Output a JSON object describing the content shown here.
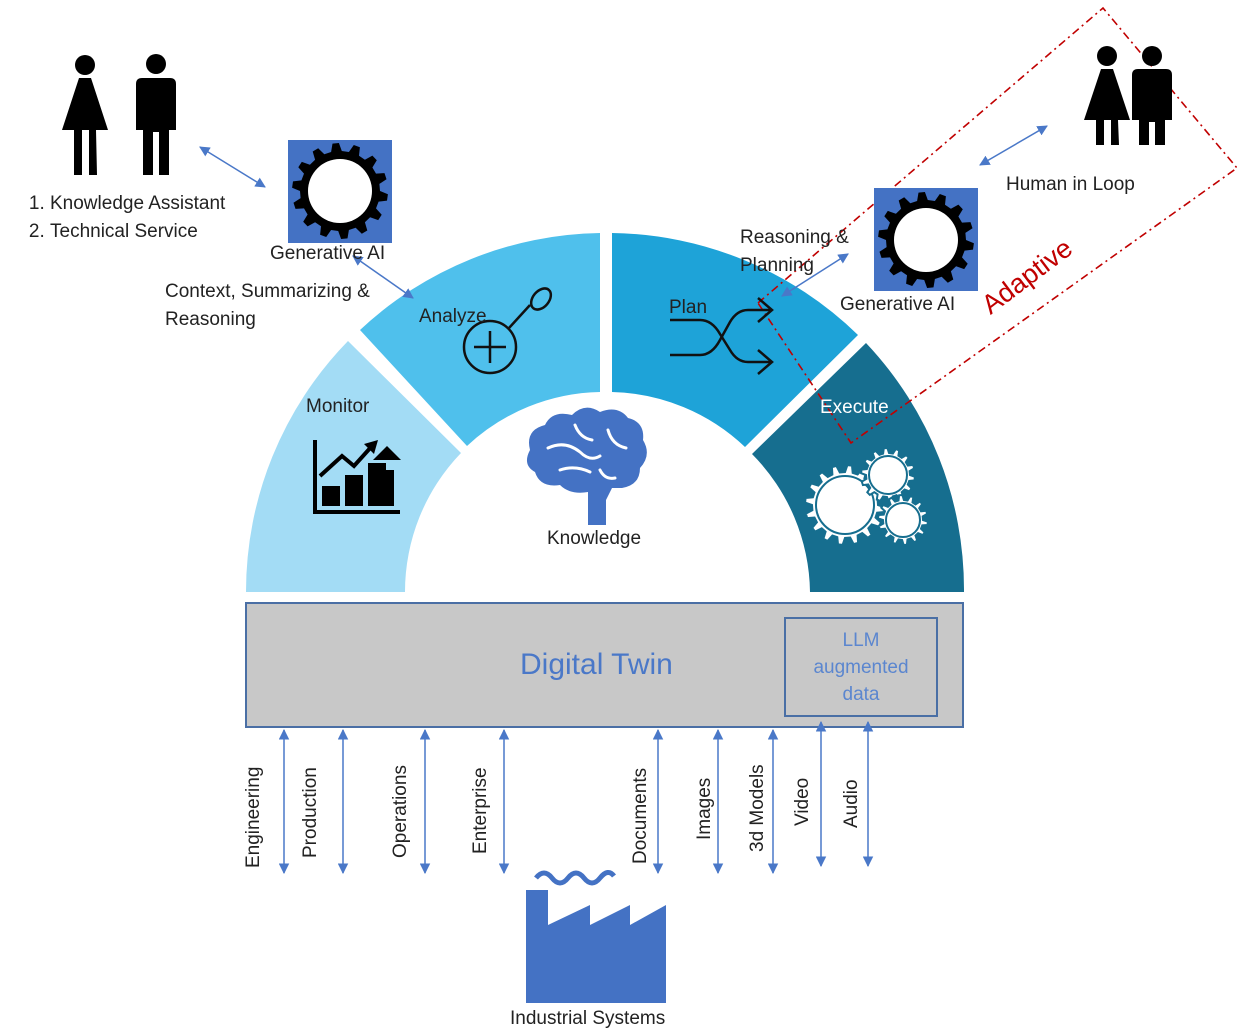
{
  "tasks": [
    "Knowledge Assistant",
    "Technical Service"
  ],
  "left_genai_label": "Generative AI",
  "right_genai_label": "Generative AI",
  "context_label_line1": "Context, Summarizing &",
  "context_label_line2": "Reasoning",
  "reasoning_label_line1": "Reasoning &",
  "reasoning_label_line2": "Planning",
  "human_loop_label": "Human in Loop",
  "adaptive_label": "Adaptive",
  "segments": {
    "monitor": "Monitor",
    "analyze": "Analyze",
    "plan": "Plan",
    "execute": "Execute"
  },
  "knowledge_label": "Knowledge",
  "digital_twin_label": "Digital Twin",
  "llm_label": "LLM augmented data",
  "data_sources": [
    "Engineering",
    "Production",
    "Operations",
    "Enterprise",
    "Documents",
    "Images",
    "3d Models",
    "Video",
    "Audio"
  ],
  "industrial_label": "Industrial Systems",
  "colors": {
    "monitor": "#a3dcf5",
    "analyze": "#4fc0ec",
    "plan": "#1ea3d8",
    "execute": "#166e8f",
    "digital_twin_fill": "#c8c8c8",
    "digital_twin_border": "#4a6fa5",
    "arrow": "#4a78c8",
    "adaptive": "#c00000",
    "icon_blue": "#4472c4"
  }
}
